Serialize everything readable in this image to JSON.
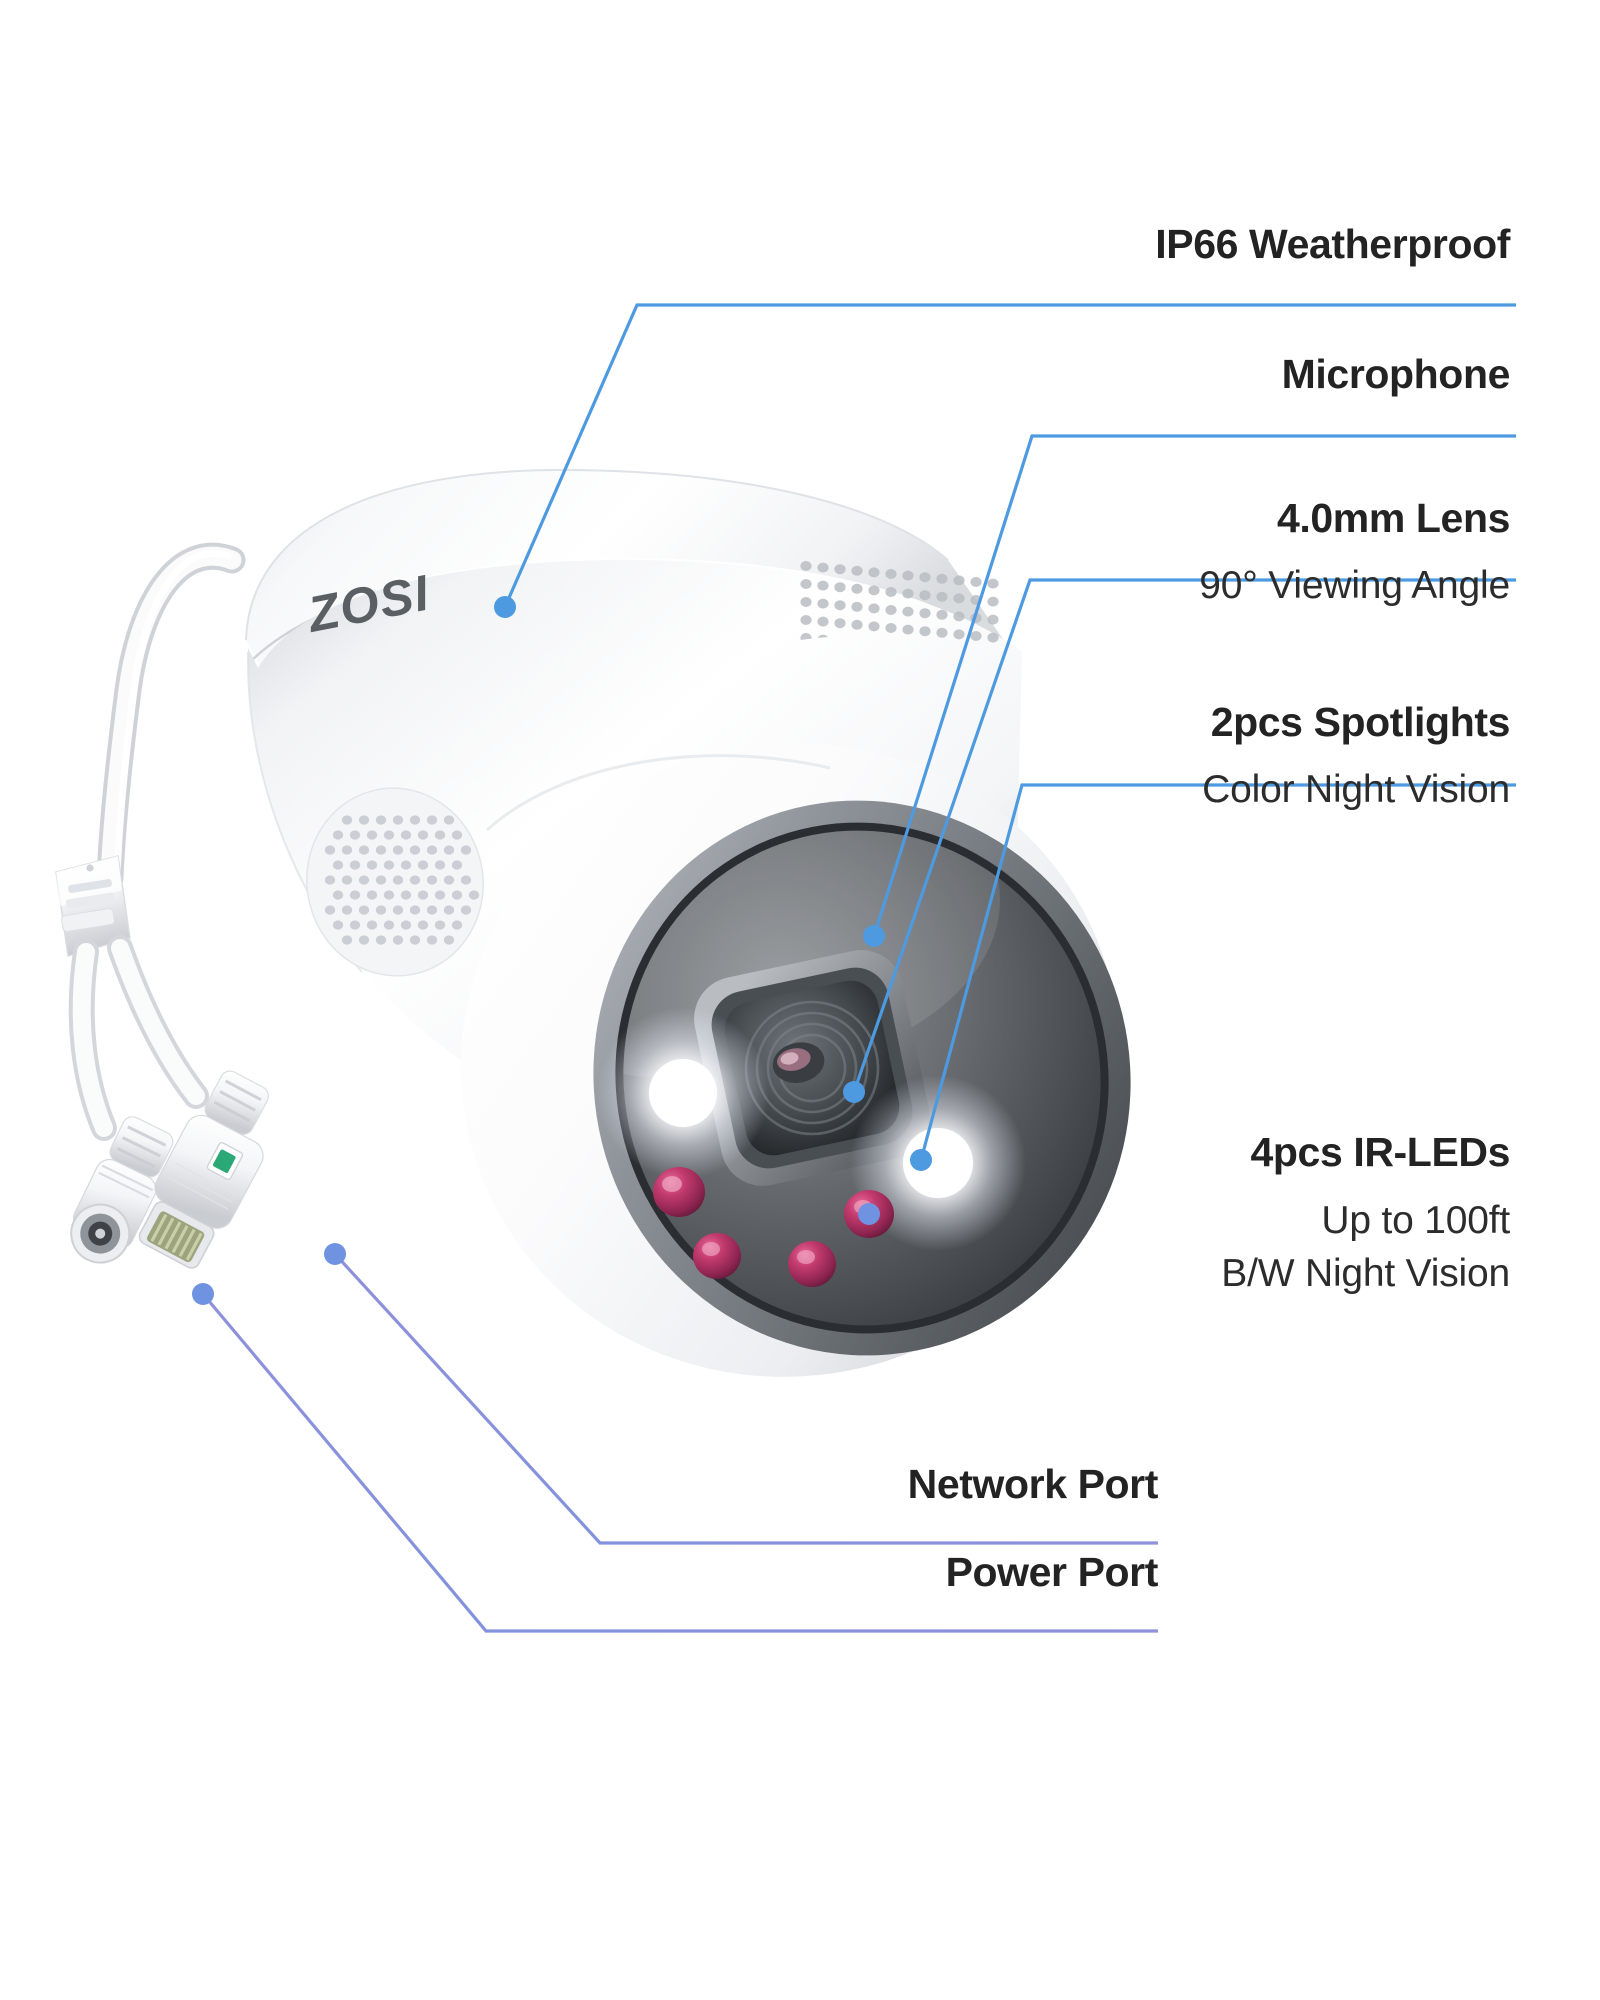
{
  "page": {
    "product_brand": "ZOSI",
    "background_color": "#ffffff",
    "leader_color_blue": "#4d9ae0",
    "leader_color_violet": "#8a8fe0",
    "text_color": "#232323"
  },
  "callouts": [
    {
      "id": "ip66",
      "title": "IP66 Weatherproof",
      "subtitle": "",
      "anchor_label": "camera-top-housing"
    },
    {
      "id": "microphone",
      "title": "Microphone",
      "subtitle": "",
      "anchor_label": "microphone-pinhole"
    },
    {
      "id": "lens",
      "title": "4.0mm Lens",
      "subtitle": "90° Viewing Angle",
      "anchor_label": "lens-assembly"
    },
    {
      "id": "spotlights",
      "title": "2pcs Spotlights",
      "subtitle": "Color Night Vision",
      "anchor_label": "spotlight-led"
    },
    {
      "id": "irleds",
      "title": "4pcs IR-LEDs",
      "subtitle_1": "Up to 100ft",
      "subtitle_2": "B/W Night Vision",
      "anchor_label": "ir-led"
    },
    {
      "id": "network_port",
      "title": "Network Port",
      "subtitle": "",
      "anchor_label": "rj45-connector"
    },
    {
      "id": "power_port",
      "title": "Power Port",
      "subtitle": "",
      "anchor_label": "barrel-connector"
    }
  ],
  "product_parts": {
    "logo_text": "ZOSI",
    "speaker_grille": "speaker-grille",
    "vent_holes": "vent-holes",
    "spotlight_count": 2,
    "ir_led_count": 4,
    "network_indicator_color": "#2aa876"
  }
}
